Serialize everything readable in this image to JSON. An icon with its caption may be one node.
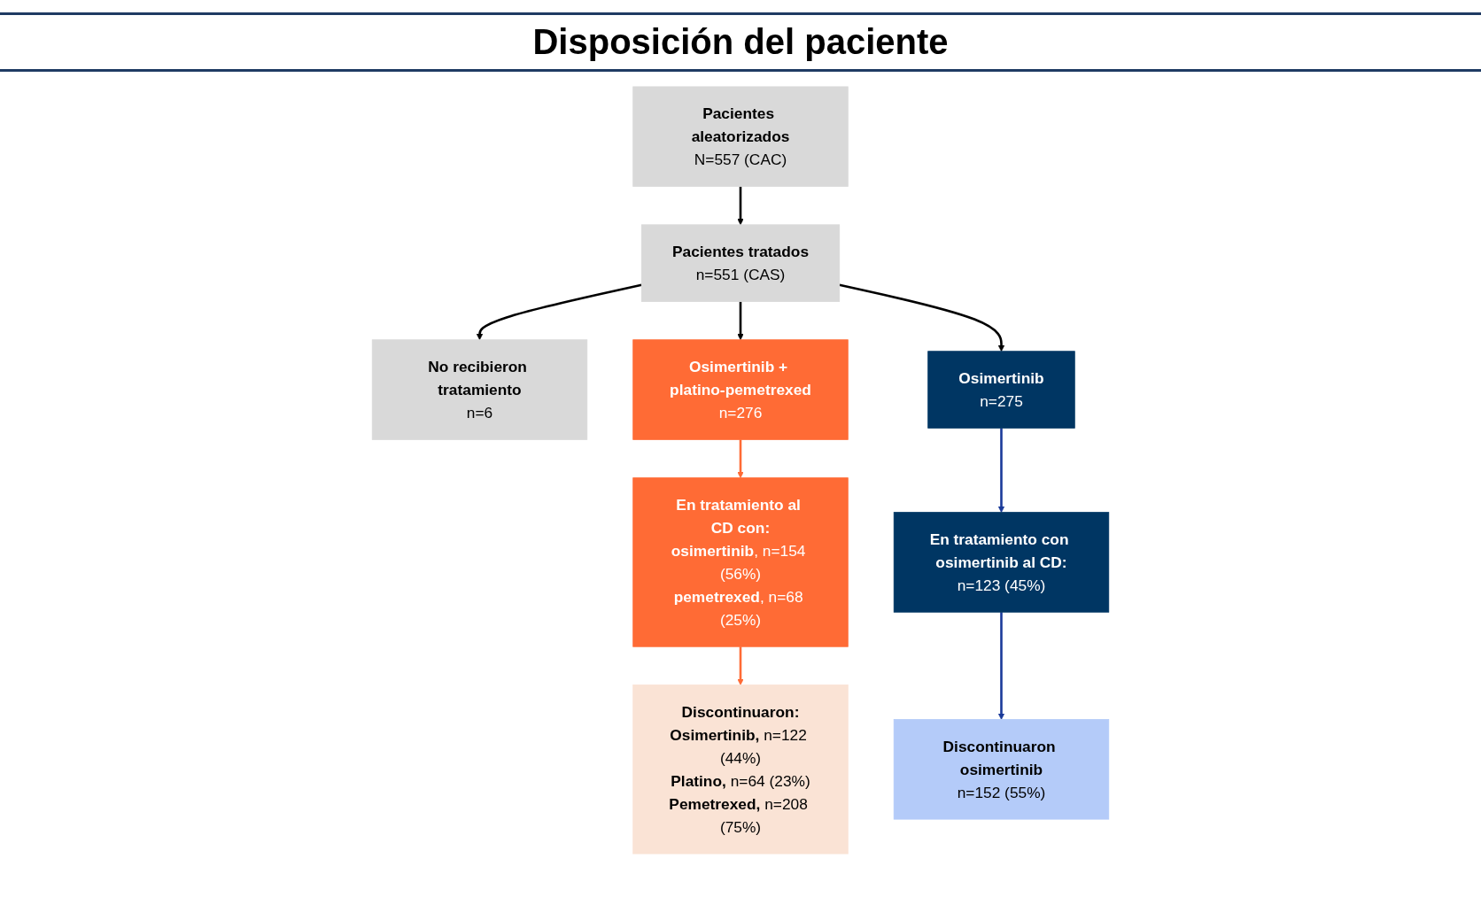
{
  "diagram": {
    "title": "Disposición del paciente",
    "nodes": [
      {
        "text": [
          "Pacientes aleatorizados",
          "N=557 (CAC)"
        ]
      },
      {
        "text": [
          "Pacientes tratados",
          "n=551 (CAS)"
        ]
      },
      {
        "text": [
          "No recibieron tratamiento",
          "n=6"
        ]
      },
      {
        "text": [
          "Osimertinib + platino-pemetrexed",
          "n=276"
        ]
      },
      {
        "text": [
          "Osimertinib",
          "n=275"
        ]
      },
      {
        "text": [
          "En tratamiento al CD con:",
          "**osimertinib**, n=154 (56%)",
          "**pemetrexed**, n=68 (25%)"
        ]
      },
      {
        "text": [
          "En tratamiento con osimertinib al CD:",
          "n=123 (45%)"
        ]
      },
      {
        "text": [
          "Discontinuaron:",
          "**Osimertinib,** n=122 (44%)",
          "**Platino,** n=64 (23%)",
          "**Pemetrexed,** n=208 (75%)"
        ]
      },
      {
        "text": [
          "Discontinuaron osimertinib",
          "n=152 (55%)"
        ]
      }
    ],
    "edges": [
      {
        "from": 0,
        "to": 1,
        "arrow": "to"
      },
      {
        "from": 1,
        "to": 2,
        "arrow": "to"
      },
      {
        "from": 1,
        "to": 3,
        "arrow": "to"
      },
      {
        "from": 1,
        "to": 4,
        "arrow": "to"
      },
      {
        "from": 3,
        "to": 5,
        "arrow": "to",
        "color": "#ff6b35"
      },
      {
        "from": 4,
        "to": 6,
        "arrow": "to",
        "color": "#1a3a9a"
      },
      {
        "from": 5,
        "to": 7,
        "arrow": "to",
        "color": "#ff6b35"
      },
      {
        "from": 6,
        "to": 8,
        "arrow": "to",
        "color": "#1a3a9a"
      }
    ]
  }
}
